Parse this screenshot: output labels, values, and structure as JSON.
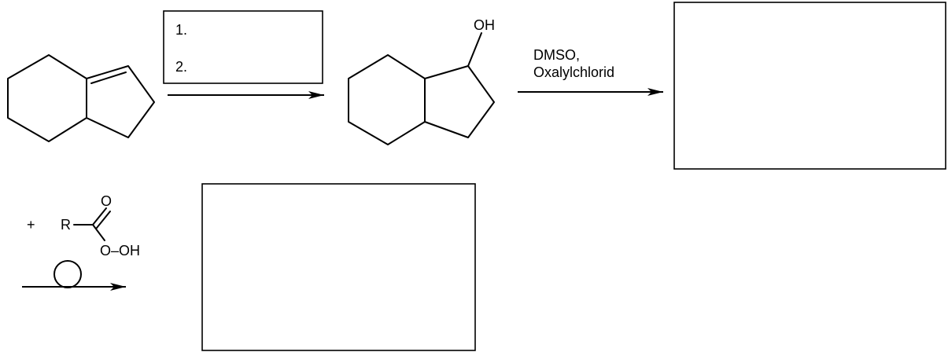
{
  "reagent_box": {
    "step1": "1.",
    "step2": "2."
  },
  "alcohol": {
    "hydroxyl_label": "OH"
  },
  "oxidation": {
    "reagent_line1": "DMSO,",
    "reagent_line2": "Oxalylchlorid"
  },
  "peracid": {
    "plus_sign": "+",
    "r_group": "R",
    "carbonyl_oxygen": "O",
    "peroxy_group": "O–OH"
  },
  "icons": {
    "catalyst_symbol": "circle-on-arrow"
  }
}
